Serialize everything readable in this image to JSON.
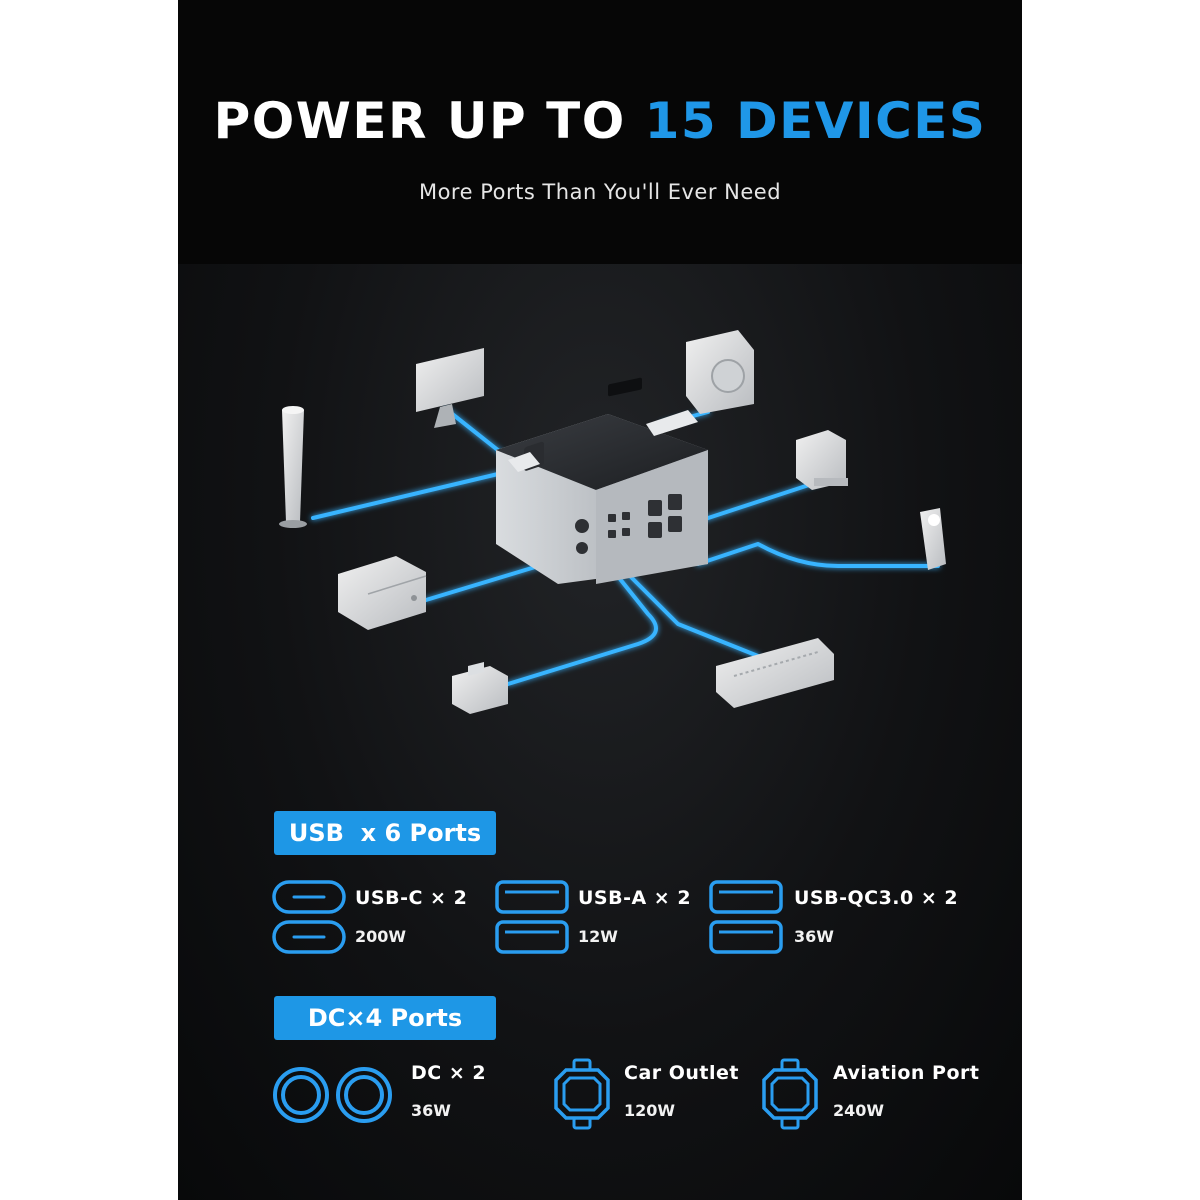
{
  "header": {
    "title_prefix": "POWER UP TO",
    "title_accent": "15 DEVICES",
    "subtitle": "More Ports Than You'll Ever Need"
  },
  "usb_section": {
    "badge": "USB  x 6 Ports",
    "ports": [
      {
        "label": "USB-C × 2",
        "value": "200W",
        "icon": "usb-c-port-icon"
      },
      {
        "label": "USB-A × 2",
        "value": "12W",
        "icon": "usb-a-port-icon"
      },
      {
        "label": "USB-QC3.0 × 2",
        "value": "36W",
        "icon": "usb-qc-port-icon"
      }
    ]
  },
  "dc_section": {
    "badge": "DC×4 Ports",
    "ports": [
      {
        "label": "DC × 2",
        "value": "36W",
        "icon": "dc-port-icon"
      },
      {
        "label": "Car Outlet",
        "value": "120W",
        "icon": "car-outlet-icon"
      },
      {
        "label": "Aviation Port",
        "value": "240W",
        "icon": "aviation-port-icon"
      }
    ]
  },
  "colors": {
    "accent": "#1f97e8",
    "background": "#0d0e10",
    "cable_glow": "#38b4ff"
  }
}
